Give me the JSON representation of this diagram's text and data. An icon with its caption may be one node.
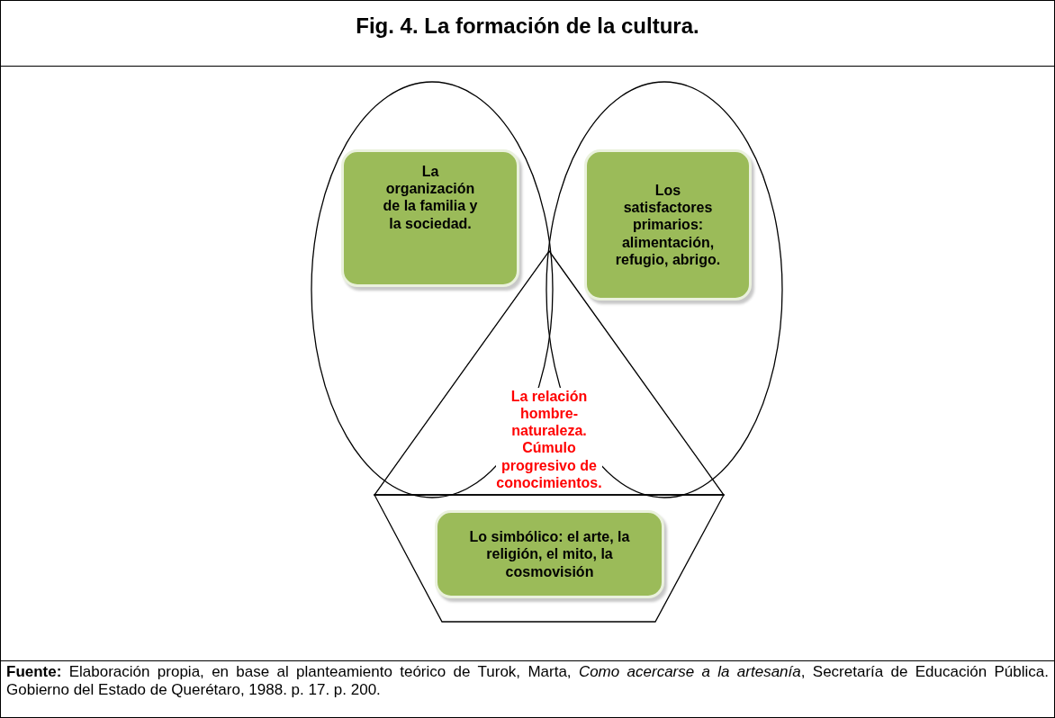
{
  "diagram": {
    "title": "Fig. 4. La formación de la cultura.",
    "caption": "**Fuente:** Elaboración propia, en base al planteamiento teórico de Turok, Marta, *Como acercarse a la artesanía*, Secretaría de Educación Pública. Gobierno del Estado de Querétaro, 1988. p. 17. p. 200.",
    "nodes": [
      {
        "text": [],
        "shape": "ellipse"
      },
      {
        "text": [
          "La organización de la familia y la sociedad."
        ],
        "in": 0
      },
      {
        "text": [],
        "shape": "ellipse"
      },
      {
        "text": [
          "Los satisfactores primarios: alimentación, refugio, abrigo."
        ],
        "in": 2
      },
      {
        "text": [
          "La relación hombre-naturaleza. Cúmulo progresivo de conocimientos."
        ]
      },
      {
        "text": [],
        "shape": "trapezoid"
      },
      {
        "text": [
          "Lo simbólico: el arte, la religión, el mito, la cosmovisión"
        ],
        "in": 5
      }
    ]
  }
}
